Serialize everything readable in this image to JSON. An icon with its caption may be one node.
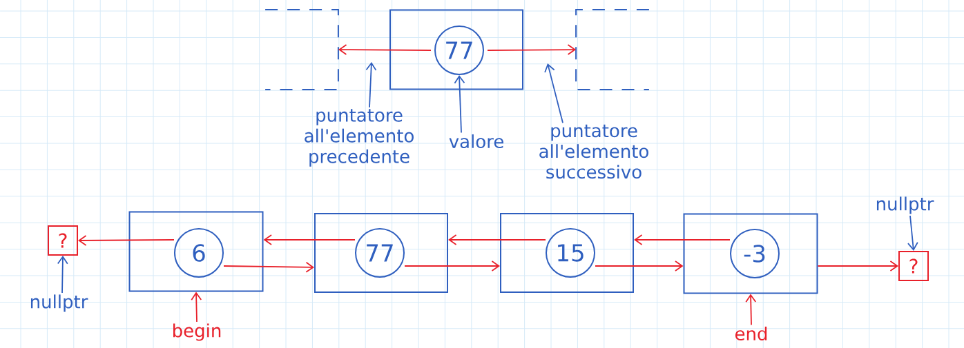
{
  "diagram": {
    "nodes": [
      {
        "text": [],
        "shape": "box"
      },
      {
        "text": [
          "77"
        ],
        "in": 0
      },
      {
        "text": [],
        "shape": "box"
      },
      {
        "text": [],
        "shape": "box"
      },
      {
        "text": [
          "puntatore all'elemento precedente"
        ]
      },
      {
        "text": [
          "valore"
        ]
      },
      {
        "text": [
          "puntatore all'elemento successivo"
        ]
      },
      {
        "text": [
          "?"
        ]
      },
      {
        "text": [],
        "shape": "box"
      },
      {
        "text": [
          "6"
        ],
        "in": 8
      },
      {
        "text": [],
        "shape": "box"
      },
      {
        "text": [
          "77"
        ],
        "in": 10
      },
      {
        "text": [],
        "shape": "box"
      },
      {
        "text": [
          "15"
        ],
        "in": 12
      },
      {
        "text": [],
        "shape": "box"
      },
      {
        "text": [
          "-3"
        ],
        "in": 14
      },
      {
        "text": [
          "?"
        ]
      },
      {
        "text": [
          "nullptr"
        ]
      },
      {
        "text": [
          "begin"
        ]
      },
      {
        "text": [
          "end"
        ]
      },
      {
        "text": [
          "nullptr"
        ]
      }
    ],
    "edges": [
      {
        "from": 1,
        "to": 2,
        "arrow": "to"
      },
      {
        "from": 1,
        "to": 3,
        "arrow": "to"
      },
      {
        "from": 4,
        "to": null,
        "arrow": "to",
        "color": "#2f5fbf"
      },
      {
        "from": 5,
        "to": 1,
        "arrow": "to",
        "color": "#2f5fbf"
      },
      {
        "from": 6,
        "to": null,
        "arrow": "to",
        "color": "#2f5fbf"
      },
      {
        "from": 9,
        "to": 7,
        "arrow": "to"
      },
      {
        "from": 11,
        "to": 8,
        "arrow": "to"
      },
      {
        "from": 9,
        "to": 10,
        "arrow": "to"
      },
      {
        "from": 13,
        "to": 10,
        "arrow": "to"
      },
      {
        "from": 11,
        "to": 12,
        "arrow": "to"
      },
      {
        "from": 15,
        "to": 12,
        "arrow": "to"
      },
      {
        "from": 13,
        "to": 14,
        "arrow": "to"
      },
      {
        "from": 14,
        "to": 16,
        "arrow": "to"
      },
      {
        "from": 17,
        "to": 7,
        "arrow": "to",
        "color": "#2f5fbf"
      },
      {
        "from": 18,
        "to": 8,
        "arrow": "to"
      },
      {
        "from": 19,
        "to": 14,
        "arrow": "to"
      },
      {
        "from": 20,
        "to": 16,
        "arrow": "to",
        "color": "#2f5fbf"
      }
    ]
  }
}
